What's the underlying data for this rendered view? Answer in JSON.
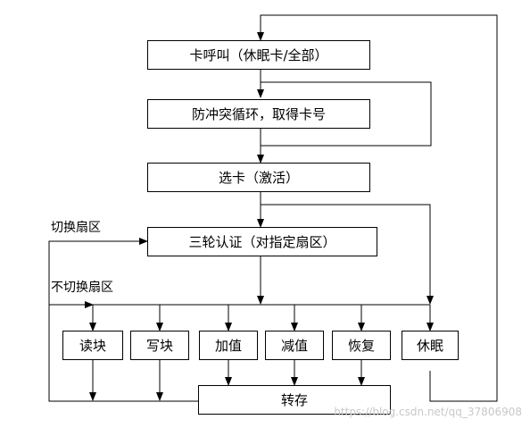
{
  "nodes": {
    "call_card": "卡呼叫（休眠卡/全部）",
    "anticollision": "防冲突循环，取得卡号",
    "select_card": "选卡（激活）",
    "auth": "三轮认证（对指定扇区）",
    "read_block": "读块",
    "write_block": "写块",
    "increment": "加值",
    "decrement": "减值",
    "restore": "恢复",
    "halt": "休眠",
    "transfer": "转存"
  },
  "labels": {
    "switch_sector": "切换扇区",
    "no_switch_sector": "不切换扇区"
  },
  "watermark": "https://blog.csdn.net/qq_37806908",
  "colors": {
    "line": "#000000",
    "watermark": "#c8c8c8"
  }
}
